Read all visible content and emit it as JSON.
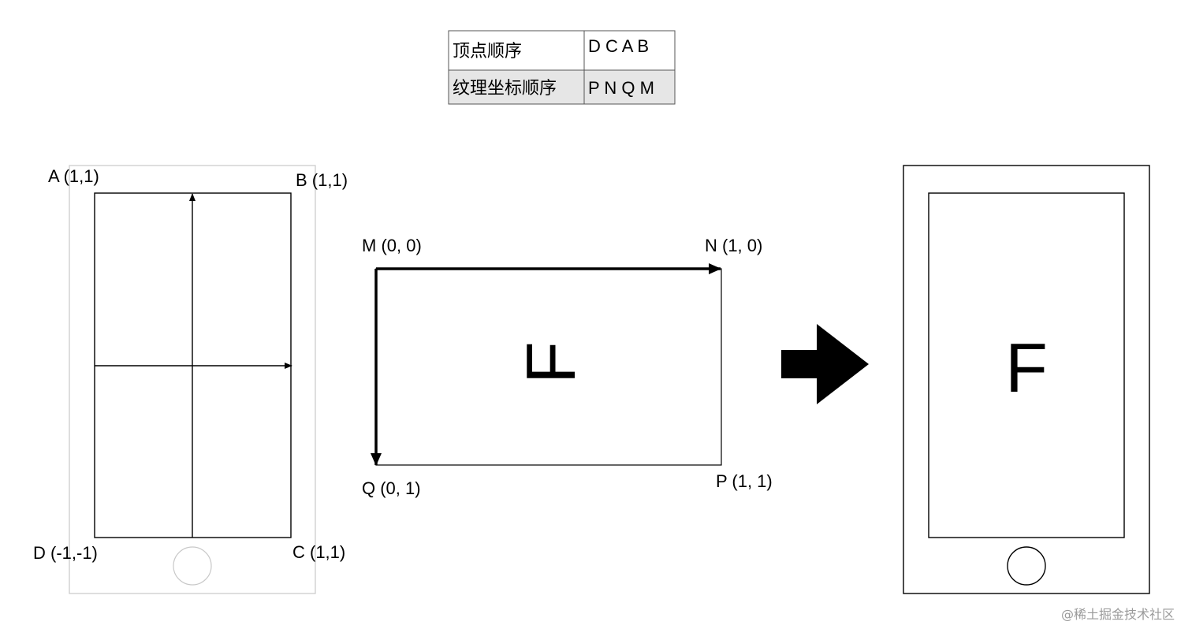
{
  "table": {
    "rows": [
      {
        "label": "顶点顺序",
        "value": "D C A B"
      },
      {
        "label": "纹理坐标顺序",
        "value": "P N Q M"
      }
    ]
  },
  "vertex_labels": {
    "A": "A (1,1)",
    "B": "B (1,1)",
    "C": "C (1,1)",
    "D": "D (-1,-1)"
  },
  "texture_labels": {
    "M": "M (0, 0)",
    "N": "N (1, 0)",
    "Q": "Q (0, 1)",
    "P": "P (1, 1)"
  },
  "texture_glyph": "F",
  "result_glyph": "F",
  "watermark": "@稀土掘金技术社区"
}
